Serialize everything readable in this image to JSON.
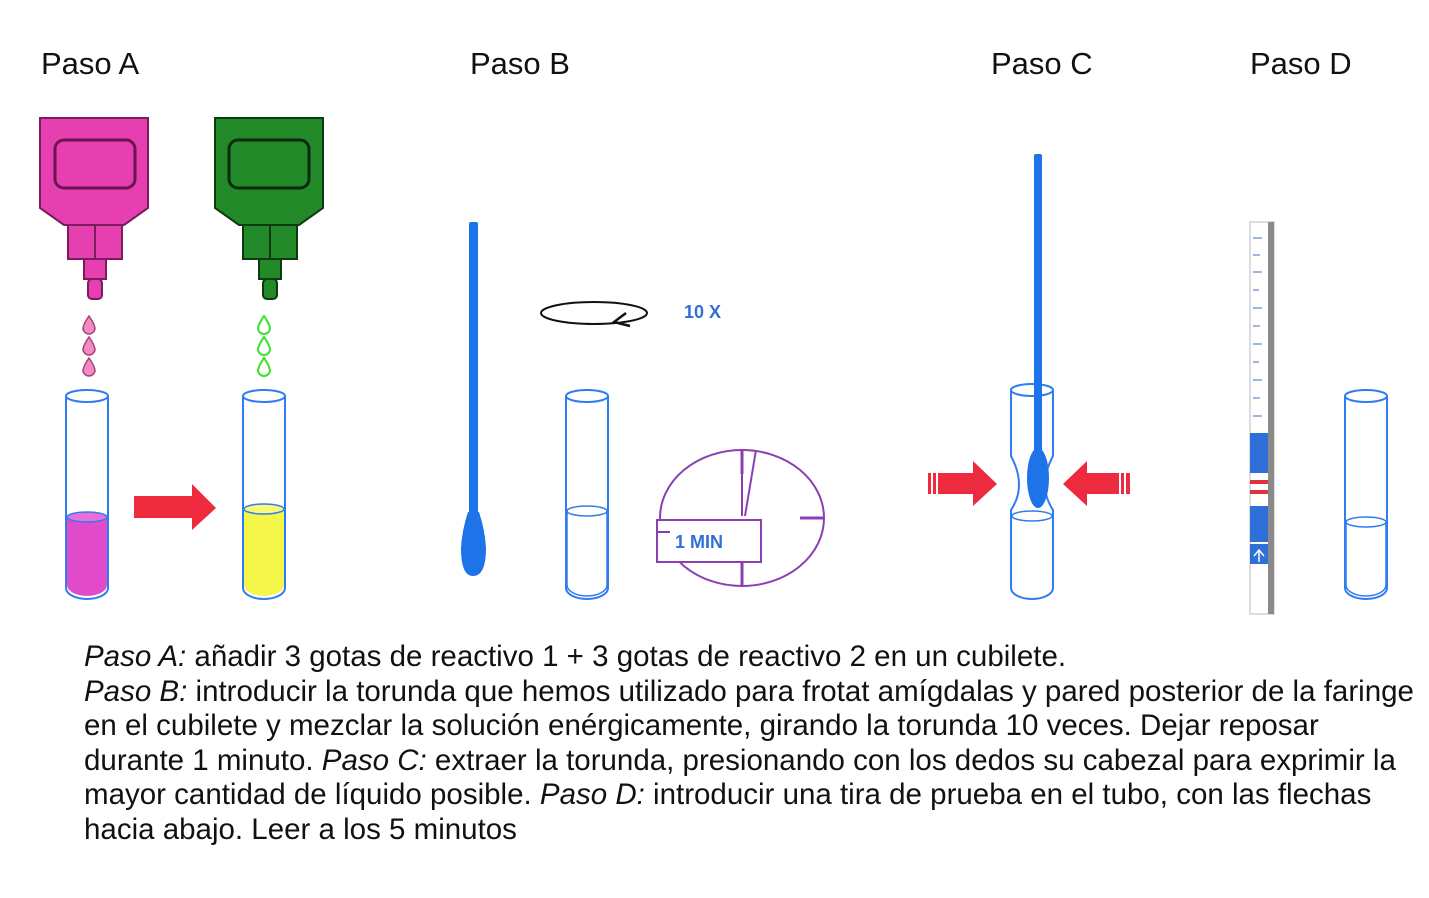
{
  "steps": [
    {
      "label": "Paso A"
    },
    {
      "label": "Paso B"
    },
    {
      "label": "Paso C"
    },
    {
      "label": "Paso D"
    }
  ],
  "illustration": {
    "rotations": "10 X",
    "timer": "1 MIN",
    "colors": {
      "reagent1": "#e53fb0",
      "reagent2": "#238a2a",
      "liquid1": "#e14bc9",
      "liquid2": "#f4f74a",
      "drops1": "#f28ac4",
      "drops2": "#3fe030",
      "tube": "#2f7bf0",
      "swab": "#1e73e8",
      "arrow": "#ee2b3e",
      "timer": "#8a3fb4",
      "strip_band": "#2f6fd8",
      "strip_line": "#e0333f"
    }
  },
  "caption": {
    "a_label": "Paso A:",
    "a_text": " añadir 3 gotas de reactivo 1 + 3 gotas de reactivo 2 en un cubilete.",
    "b_label": "Paso B:",
    "b_text": " introducir la torunda que hemos utilizado para frotat amígdalas y pared posterior de la faringe en el cubilete y mezclar la solución enérgicamente, girando la torunda 10 veces. Dejar reposar durante 1 minuto. ",
    "c_label": "Paso C:",
    "c_text": " extraer la torunda, presionando con los dedos su cabezal para exprimir la mayor cantidad de líquido posible. ",
    "d_label": "Paso D:",
    "d_text": " introducir una tira de prueba en el tubo, con las flechas hacia abajo. Leer a los 5 minutos"
  }
}
